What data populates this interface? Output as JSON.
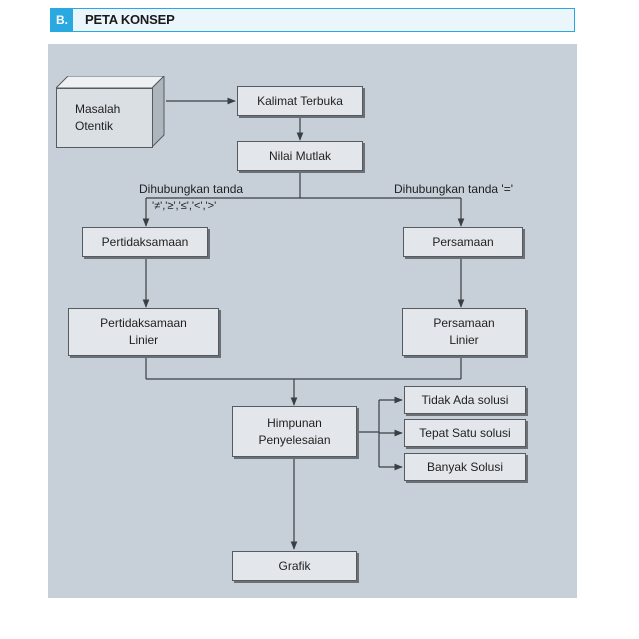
{
  "header": {
    "badge": "B.",
    "title": "PETA KONSEP"
  },
  "nodes": {
    "masalah_otentik": [
      "Masalah",
      "Otentik"
    ],
    "kalimat_terbuka": "Kalimat Terbuka",
    "nilai_mutlak": "Nilai Mutlak",
    "pertidaksamaan": "Pertidaksamaan",
    "persamaan": "Persamaan",
    "pertidaksamaan_linier": [
      "Pertidaksamaan",
      "Linier"
    ],
    "persamaan_linier": [
      "Persamaan",
      "Linier"
    ],
    "himpunan_penyelesaian": [
      "Himpunan",
      "Penyelesaian"
    ],
    "tidak_ada_solusi": "Tidak Ada solusi",
    "tepat_satu_solusi": "Tepat Satu solusi",
    "banyak_solusi": "Banyak Solusi",
    "grafik": "Grafik"
  },
  "labels": {
    "left_line1": "Dihubungkan tanda",
    "left_line2": "'≠','≥','≤','<','>'",
    "right": "Dihubungkan tanda '='"
  }
}
